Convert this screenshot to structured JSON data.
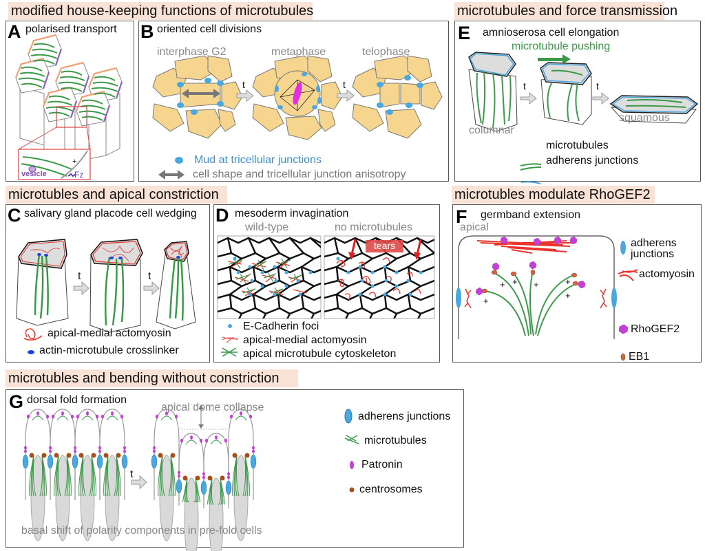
{
  "sections": {
    "housekeeping": "modified house-keeping functions of microtubules",
    "force": "microtubules and force transmission",
    "apical_constriction": "microtubles and apical constriction",
    "rhogef2": "microtubles modulate RhoGEF2",
    "bending": "microtubles and bending without constriction"
  },
  "panels": {
    "A": {
      "letter": "A",
      "title": "polarised transport",
      "vesicle": "vesicle",
      "fz": "Fz",
      "plus": "+"
    },
    "B": {
      "letter": "B",
      "title": "oriented cell divisions",
      "stages": [
        "interphase G2",
        "metaphase",
        "telophase"
      ],
      "t": "t",
      "legend": {
        "mud": "Mud at tricellular junctions",
        "anisotropy": "cell shape and tricellular junction anisotropy"
      }
    },
    "C": {
      "letter": "C",
      "title": "salivary gland placode cell wedging",
      "t": "t",
      "legend": {
        "actomyosin": "apical-medial actomyosin",
        "crosslinker": "actin-microtubule crosslinker"
      }
    },
    "D": {
      "letter": "D",
      "title": "mesoderm invagination",
      "subpanels": [
        "wild-type",
        "no microtubules"
      ],
      "tears": "tears",
      "legend": {
        "ecad": "E-Cadherin foci",
        "actomyosin": "apical-medial actomyosin",
        "microtubule": "apical microtubule cytoskeleton"
      }
    },
    "E": {
      "letter": "E",
      "title": "amnioserosa cell elongation",
      "pushing": "microtubule pushing",
      "columnar": "columnar",
      "squamous": "squamous",
      "t": "t",
      "legend": {
        "microtubules": "microtubules",
        "adherens": "adherens junctions"
      }
    },
    "F": {
      "letter": "F",
      "title": "germband extension",
      "apical": "apical",
      "plus": "+",
      "legend": {
        "adherens": "adherens junctions",
        "actomyosin": "actomyosin",
        "rhogef2": "RhoGEF2",
        "eb1": "EB1"
      }
    },
    "G": {
      "letter": "G",
      "title": "dorsal fold formation",
      "collapse": "apical dome collapse",
      "basal_shift": "basal shift of polarity components in pre-fold cells",
      "t": "t",
      "legend": {
        "adherens": "adherens junctions",
        "microtubules": "microtubules",
        "patronin": "Patronin",
        "centrosomes": "centrosomes"
      }
    }
  },
  "colors": {
    "header_bg": "#f8e3d6",
    "microtubule": "#3a9a48",
    "junction_blue": "#4aa8e0",
    "actomyosin": "#e8342a",
    "rhogef2": "#c63fd8",
    "eb1": "#e0622a",
    "cell_fill": "#f6d68e",
    "gray_text": "#888888"
  }
}
